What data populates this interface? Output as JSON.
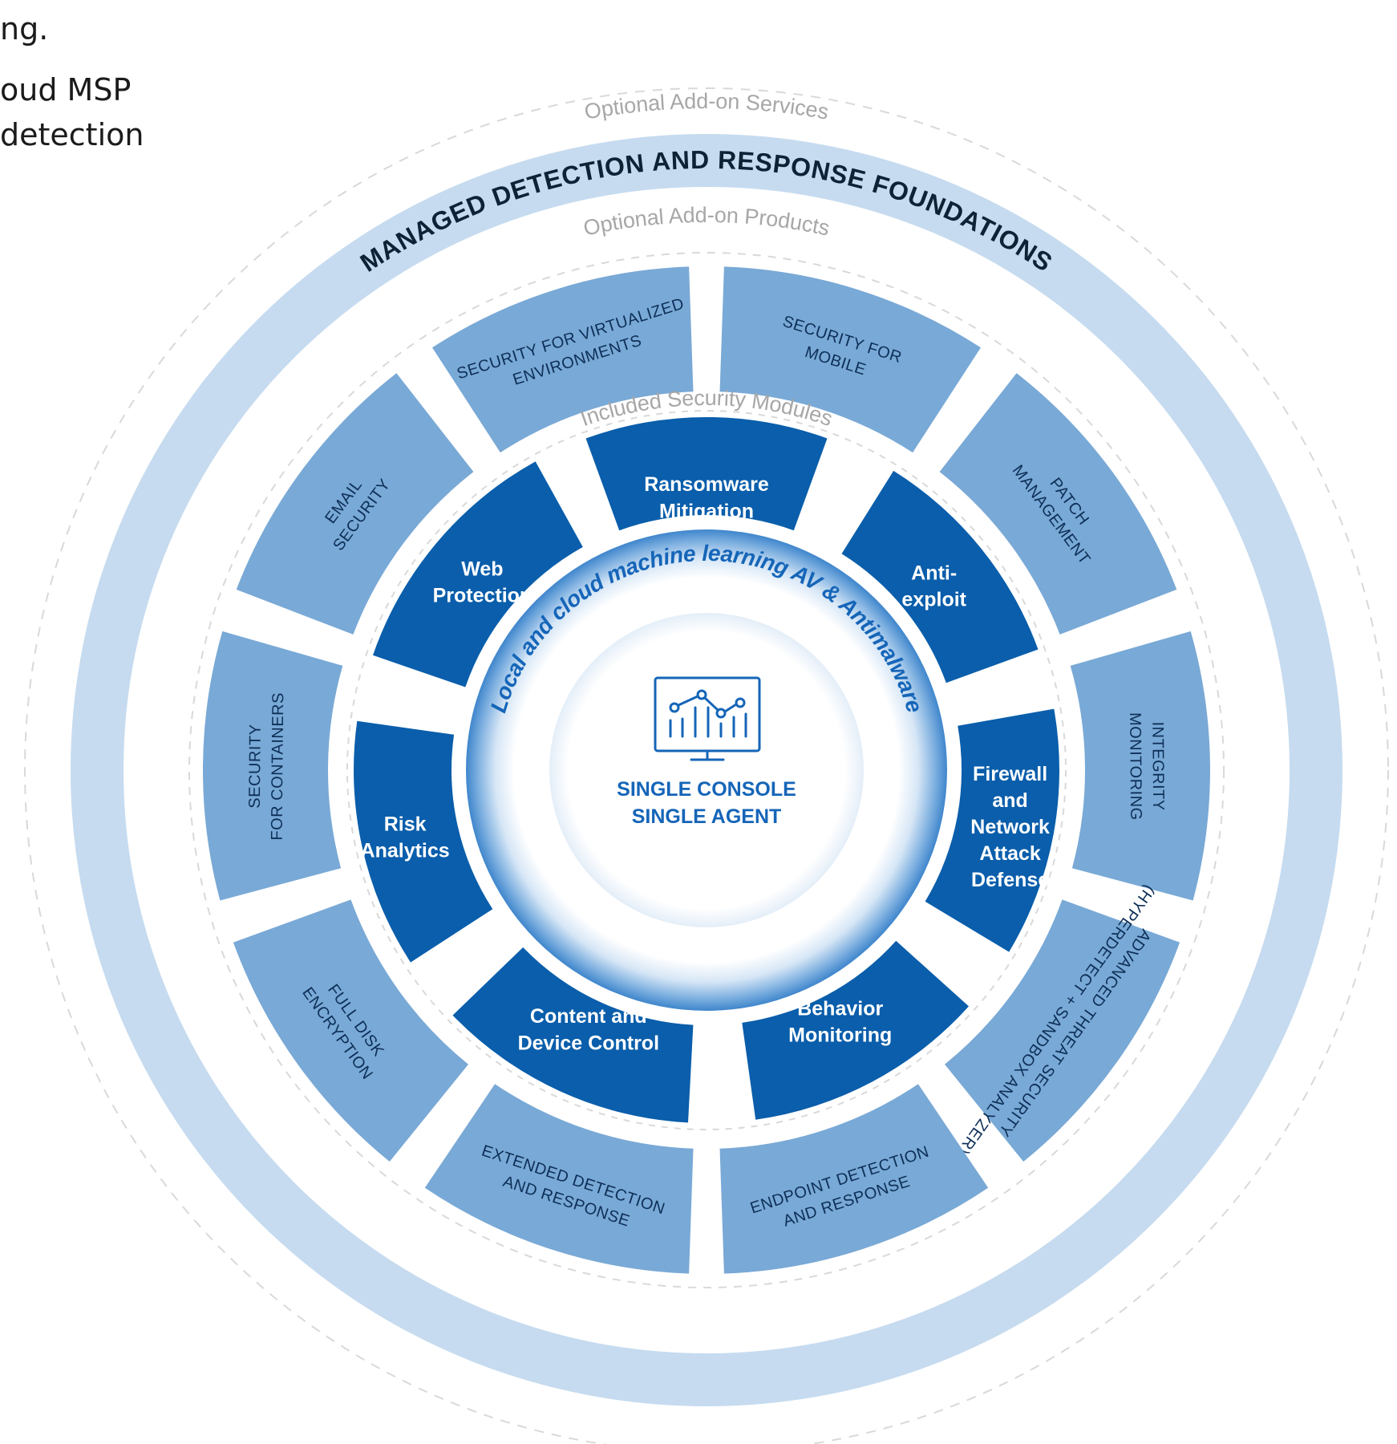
{
  "intro_text": {
    "line1": "ng.",
    "line2": "oud MSP",
    "line3": "detection"
  },
  "rings": {
    "services_label": "Optional Add-on Services",
    "foundation_label": "MANAGED DETECTION AND RESPONSE FOUNDATIONS",
    "products_label": "Optional Add-on Products",
    "modules_label": "Included Security Modules"
  },
  "core": {
    "arc_label": "Local and cloud machine learning AV & Antimalware",
    "console_line1": "SINGLE CONSOLE",
    "console_line2": "SINGLE AGENT",
    "icon": "monitor-analytics-icon"
  },
  "modules": [
    {
      "lines": [
        "Ransomware",
        "Mitigation"
      ]
    },
    {
      "lines": [
        "Anti-",
        "exploit"
      ]
    },
    {
      "lines": [
        "Firewall",
        "and",
        "Network",
        "Attack",
        "Defense"
      ]
    },
    {
      "lines": [
        "Behavior",
        "Monitoring"
      ]
    },
    {
      "lines": [
        "Content and",
        "Device Control"
      ]
    },
    {
      "lines": [
        "Risk",
        "Analytics"
      ]
    },
    {
      "lines": [
        "Web",
        "Protection"
      ]
    }
  ],
  "products": [
    {
      "lines": [
        "SECURITY FOR",
        "MOBILE"
      ]
    },
    {
      "lines": [
        "PATCH",
        "MANAGEMENT"
      ]
    },
    {
      "lines": [
        "INTEGRITY",
        "MONITORING"
      ]
    },
    {
      "lines": [
        "ADVANCED THREAT SECURITY",
        "(HYPERDETECT + SANDBOX ANALYZER)"
      ]
    },
    {
      "lines": [
        "ENDPOINT DETECTION",
        "AND RESPONSE"
      ]
    },
    {
      "lines": [
        "EXTENDED DETECTION",
        "AND RESPONSE"
      ]
    },
    {
      "lines": [
        "FULL DISK",
        "ENCRYPTION"
      ]
    },
    {
      "lines": [
        "SECURITY",
        "FOR CONTAINERS"
      ]
    },
    {
      "lines": [
        "EMAIL",
        "SECURITY"
      ]
    },
    {
      "lines": [
        "SECURITY FOR VIRTUALIZED",
        "ENVIRONMENTS"
      ]
    }
  ],
  "colors": {
    "module_fill": "#0a5eab",
    "product_fill": "#79a9d6",
    "foundation_ring": "#c6dbef",
    "core_glow": "#3f86cc",
    "dashed_line": "#d9d9d9"
  }
}
